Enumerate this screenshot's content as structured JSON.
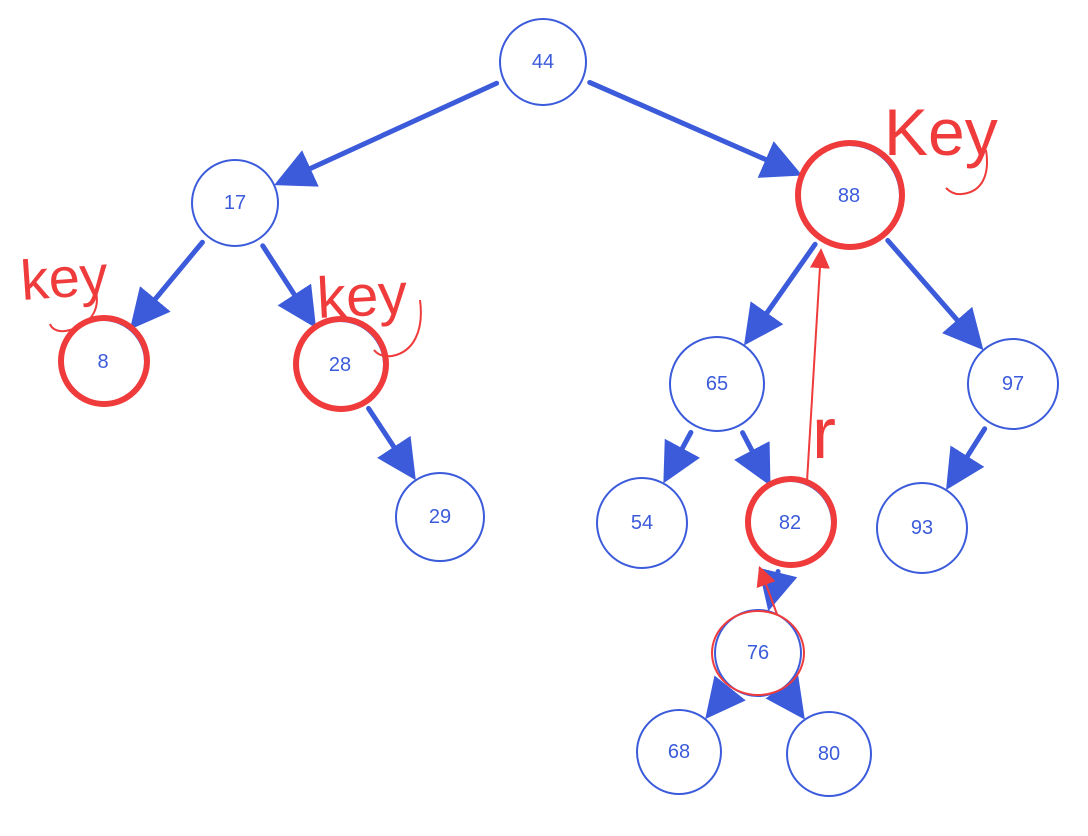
{
  "colors": {
    "node": "#3b5bdb",
    "highlight": "#ef3b3b",
    "background": "#ffffff"
  },
  "nodes": [
    {
      "id": "n44",
      "label": "44"
    },
    {
      "id": "n17",
      "label": "17"
    },
    {
      "id": "n88",
      "label": "88"
    },
    {
      "id": "n8",
      "label": "8"
    },
    {
      "id": "n28",
      "label": "28"
    },
    {
      "id": "n29",
      "label": "29"
    },
    {
      "id": "n65",
      "label": "65"
    },
    {
      "id": "n97",
      "label": "97"
    },
    {
      "id": "n54",
      "label": "54"
    },
    {
      "id": "n82",
      "label": "82"
    },
    {
      "id": "n93",
      "label": "93"
    },
    {
      "id": "n76",
      "label": "76"
    },
    {
      "id": "n68",
      "label": "68"
    },
    {
      "id": "n80",
      "label": "80"
    }
  ],
  "edges": [
    {
      "from": "n44",
      "to": "n17"
    },
    {
      "from": "n44",
      "to": "n88"
    },
    {
      "from": "n17",
      "to": "n8"
    },
    {
      "from": "n17",
      "to": "n28"
    },
    {
      "from": "n28",
      "to": "n29"
    },
    {
      "from": "n88",
      "to": "n65"
    },
    {
      "from": "n88",
      "to": "n97"
    },
    {
      "from": "n65",
      "to": "n54"
    },
    {
      "from": "n65",
      "to": "n82"
    },
    {
      "from": "n97",
      "to": "n93"
    },
    {
      "from": "n82",
      "to": "n76"
    },
    {
      "from": "n76",
      "to": "n68"
    },
    {
      "from": "n76",
      "to": "n80"
    }
  ],
  "highlighted": [
    "n8",
    "n28",
    "n88",
    "n82"
  ],
  "outlined": [
    "n76"
  ],
  "annotations": [
    {
      "id": "key-8",
      "text": "key"
    },
    {
      "id": "key-28",
      "text": "key"
    },
    {
      "id": "key-88",
      "text": "Key"
    },
    {
      "id": "r-82",
      "text": "r"
    }
  ],
  "red_arrows": [
    {
      "from": "n76",
      "to": "n82"
    },
    {
      "from": "n82",
      "to": "n88"
    }
  ]
}
